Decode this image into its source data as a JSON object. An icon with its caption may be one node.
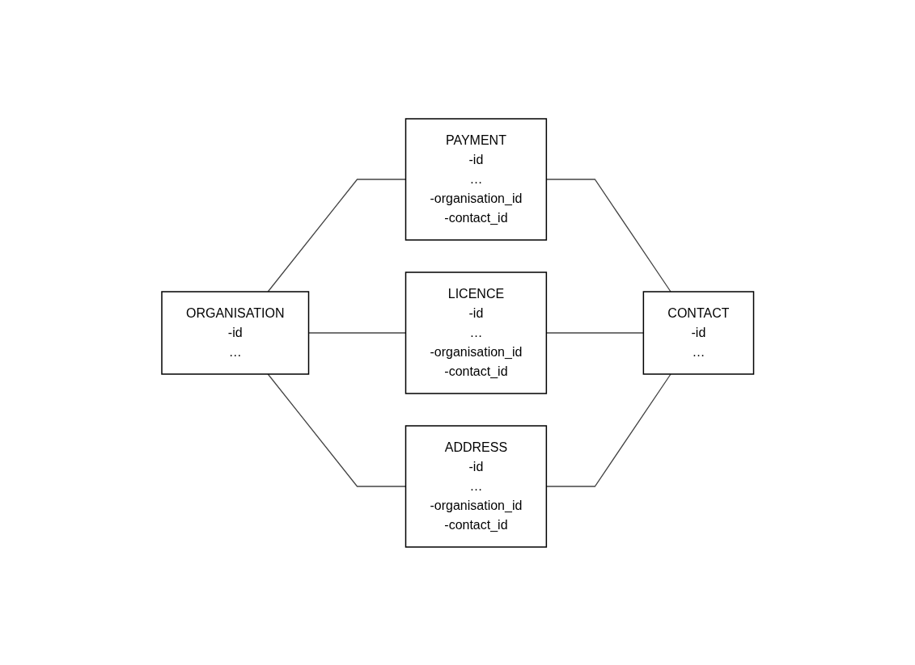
{
  "diagram": {
    "nodes": [
      {
        "text": [
          "PAYMENT",
          "-id",
          "…",
          "-organisation_id",
          "-contact_id"
        ]
      },
      {
        "text": [
          "ORGANISATION",
          "-id",
          "…"
        ]
      },
      {
        "text": [
          "LICENCE",
          "-id",
          "…",
          "-organisation_id",
          "-contact_id"
        ]
      },
      {
        "text": [
          "CONTACT",
          "-id",
          "…"
        ]
      },
      {
        "text": [
          "ADDRESS",
          "-id",
          "…",
          "-organisation_id",
          "-contact_id"
        ]
      }
    ],
    "edges": [
      {
        "from": 1,
        "to": 0,
        "arrow": "none"
      },
      {
        "from": 1,
        "to": 2,
        "arrow": "none"
      },
      {
        "from": 1,
        "to": 4,
        "arrow": "none"
      },
      {
        "from": 0,
        "to": 3,
        "arrow": "none"
      },
      {
        "from": 2,
        "to": 3,
        "arrow": "none"
      },
      {
        "from": 4,
        "to": 3,
        "arrow": "none"
      }
    ]
  }
}
